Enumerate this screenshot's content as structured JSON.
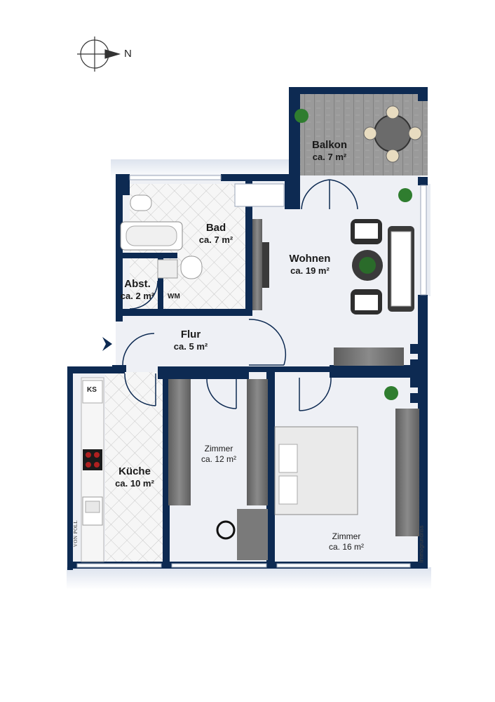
{
  "compass": {
    "label": "N"
  },
  "rooms": [
    {
      "id": "balkon",
      "name": "Balkon",
      "area": "ca. 7 m²"
    },
    {
      "id": "bad",
      "name": "Bad",
      "area": "ca. 7 m²"
    },
    {
      "id": "wohnen",
      "name": "Wohnen",
      "area": "ca. 19 m²"
    },
    {
      "id": "abst",
      "name": "Abst.",
      "area": "ca. 2 m²"
    },
    {
      "id": "flur",
      "name": "Flur",
      "area": "ca. 5 m²"
    },
    {
      "id": "kueche",
      "name": "Küche",
      "area": "ca. 10 m²"
    },
    {
      "id": "zimmer12",
      "name": "Zimmer",
      "area": "ca. 12 m²"
    },
    {
      "id": "zimmer16",
      "name": "Zimmer",
      "area": "ca. 16 m²"
    }
  ],
  "appliances": {
    "ks": "KS",
    "wm": "WM"
  },
  "branding": {
    "logo_text": "VON POLL",
    "watermark": "Immogrundriss"
  },
  "colors": {
    "wall": "#0d2a52",
    "floor": "#eef0f5",
    "tile": "#f3f3f3",
    "deck": "#8e8e8e",
    "furniture": "#6f6f6f"
  }
}
